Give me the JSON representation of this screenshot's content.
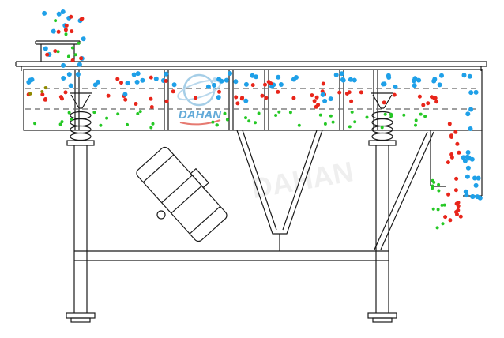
{
  "watermark": {
    "brand": "DAHAN",
    "logo_ring_color": "#8FC2E2",
    "brand_text_color": "#3D96CF",
    "underline_color": "#E05A4E",
    "faint_opacity": 0.06
  },
  "colors": {
    "line": "#1b1b1b",
    "dash": "#666666",
    "blue": "#1FA0E8",
    "red": "#E8251A",
    "green": "#25C825",
    "olive": "#8f8a00",
    "background": "#ffffff"
  },
  "particles": {
    "sizes": {
      "blue": 3.0,
      "red": 2.5,
      "green": 2.0,
      "olive": 2.0
    },
    "regions": [
      {
        "name": "feed-stream-blue",
        "color": "blue",
        "x": [
          54,
          106
        ],
        "y": [
          8,
          84
        ],
        "count": 13
      },
      {
        "name": "feed-stream-red",
        "color": "red",
        "x": [
          56,
          104
        ],
        "y": [
          12,
          84
        ],
        "count": 11
      },
      {
        "name": "feed-stream-green",
        "color": "green",
        "x": [
          58,
          100
        ],
        "y": [
          24,
          84
        ],
        "count": 7
      },
      {
        "name": "top-deck-oversize-blue",
        "color": "blue",
        "x": [
          36,
          602
        ],
        "y": [
          93,
          110
        ],
        "count": 55
      },
      {
        "name": "top-deck-stray-red",
        "color": "red",
        "x": [
          140,
          540
        ],
        "y": [
          98,
          111
        ],
        "count": 9
      },
      {
        "name": "mid-deck-red",
        "color": "red",
        "x": [
          36,
          556
        ],
        "y": [
          115,
          136
        ],
        "count": 46
      },
      {
        "name": "mid-deck-stray-blue",
        "color": "blue",
        "x": [
          110,
          520
        ],
        "y": [
          116,
          133
        ],
        "count": 6
      },
      {
        "name": "bottom-deck-green",
        "color": "green",
        "x": [
          36,
          540
        ],
        "y": [
          141,
          162
        ],
        "count": 44
      },
      {
        "name": "bin-dust-olive",
        "color": "olive",
        "x": [
          38,
          60
        ],
        "y": [
          111,
          121
        ],
        "count": 4
      },
      {
        "name": "discharge-blue",
        "color": "blue",
        "x": [
          584,
          606
        ],
        "y": [
          112,
          240
        ],
        "count": 15
      },
      {
        "name": "discharge-blue-pile",
        "color": "blue",
        "x": [
          586,
          608
        ],
        "y": [
          228,
          252
        ],
        "count": 7
      },
      {
        "name": "discharge-red",
        "color": "red",
        "x": [
          565,
          582
        ],
        "y": [
          150,
          282
        ],
        "count": 15
      },
      {
        "name": "discharge-red-pile",
        "color": "red",
        "x": [
          562,
          584
        ],
        "y": [
          258,
          292
        ],
        "count": 6
      },
      {
        "name": "discharge-green",
        "color": "green",
        "x": [
          547,
          563
        ],
        "y": [
          210,
          290
        ],
        "count": 12
      }
    ]
  }
}
